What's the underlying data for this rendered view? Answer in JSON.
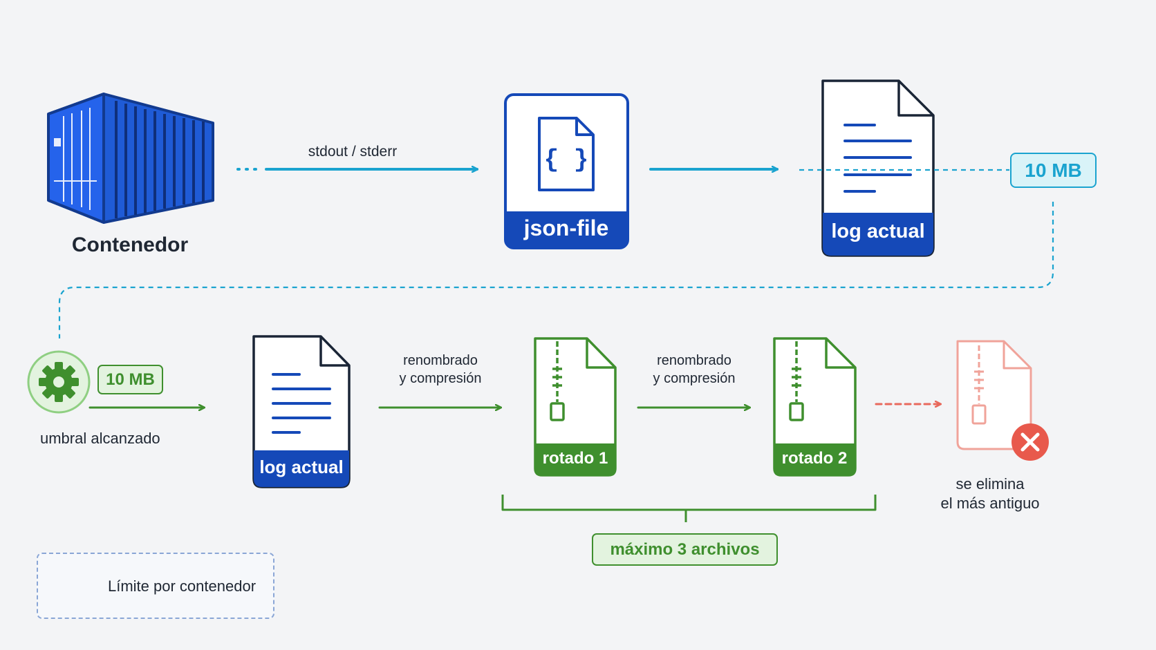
{
  "colors": {
    "blue": "#1549b8",
    "cyan": "#1aa3cf",
    "green": "#3f8f2e",
    "green_light": "#e3f3df",
    "red": "#e8695c",
    "cyan_light": "#d9f3f8",
    "background": "#f3f4f6"
  },
  "top_row": {
    "container_label": "Contenedor",
    "container_icon": "shipping-container-icon",
    "stream_label": "stdout / stderr",
    "driver_label": "json-file",
    "driver_icon": "json-file-icon",
    "current_log_label": "log actual",
    "size_badge": "10 MB"
  },
  "bottom_row": {
    "gear_icon": "gear-icon",
    "threshold_badge": "10 MB",
    "threshold_label": "umbral alcanzado",
    "current_log_label": "log actual",
    "rotation_label_1a": "renombrado",
    "rotation_label_1b": "y compresión",
    "rotated_1_label": "rotado 1",
    "rotation_label_2a": "renombrado",
    "rotation_label_2b": "y compresión",
    "rotated_2_label": "rotado 2",
    "delete_label_a": "se elimina",
    "delete_label_b": "el más antiguo",
    "max_files_label": "máximo 3 archivos"
  },
  "legend": {
    "icon": "container-icon",
    "label": "Límite por contenedor"
  }
}
